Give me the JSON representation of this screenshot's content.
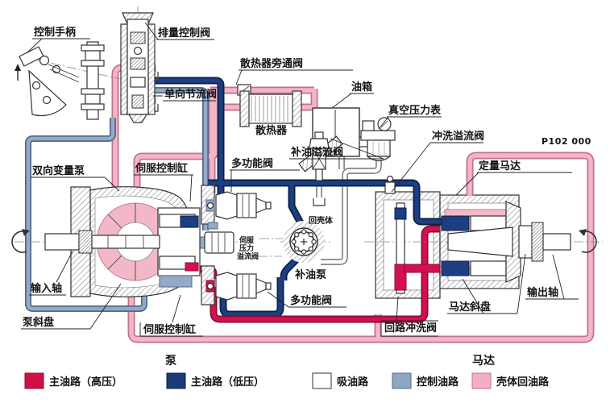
{
  "diagram": {
    "part_number": "P102 000",
    "labels": {
      "control_handle": "控制手柄",
      "displacement_control_valve": "排量控制阀",
      "radiator_bypass_valve": "散热器旁通阀",
      "one_way_throttle_valve": "单向节流阀",
      "oil_tank": "油箱",
      "radiator": "散热器",
      "vacuum_pressure_gauge": "真空压力表",
      "charge_relief_valve": "补油溢流阀",
      "flush_relief_valve": "冲洗溢流阀",
      "bidirectional_variable_pump": "双向变量泵",
      "servo_control_cylinder_top": "伺服控制缸",
      "multifunction_valve_top": "多功能阀",
      "fixed_displacement_motor": "定量马达",
      "return_to_housing": "回壳体",
      "servo_pressure_relief_l1": "伺服",
      "servo_pressure_relief_l2": "压力",
      "servo_pressure_relief_l3": "溢流阀",
      "charge_pump": "补油泵",
      "input_shaft": "输入轴",
      "pump_swash_plate": "泵斜盘",
      "servo_control_cylinder_bottom": "伺服控制缸",
      "multifunction_valve_bottom": "多功能阀",
      "loop_flush_valve": "回路冲洗阀",
      "motor_swash_plate": "马达斜盘",
      "output_shaft": "输出轴",
      "pump": "泵",
      "motor": "马达"
    },
    "legend": {
      "items": [
        {
          "label": "主油路（高压）",
          "color": "#CE1045"
        },
        {
          "label": "主油路（低压）",
          "color": "#1B3A7A"
        },
        {
          "label": "吸油路",
          "color": "#FFFFFF"
        },
        {
          "label": "控制油路",
          "color": "#8FA6C2"
        },
        {
          "label": "壳体回油路",
          "color": "#F3AEC3"
        }
      ]
    },
    "line_colors": {
      "high_pressure": "#CE1045",
      "low_pressure": "#1B3A7A",
      "suction": "#FFFFFF",
      "control": "#8FA6C2",
      "case_drain": "#F3AEC3"
    }
  }
}
